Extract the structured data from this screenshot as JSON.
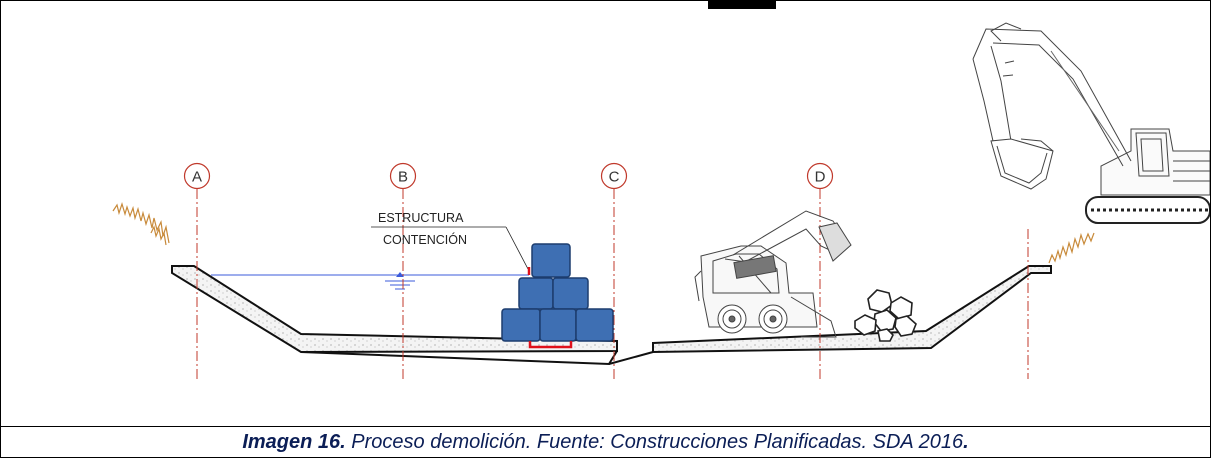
{
  "diagram": {
    "axes": [
      "A",
      "B",
      "C",
      "D"
    ],
    "structure_label_line1": "ESTRUCTURA",
    "structure_label_line2": "CONTENCIÓN",
    "colors": {
      "axis_line": "#c0392b",
      "water_line": "#3b5bdb",
      "block_fill": "#3e6fb3",
      "block_stroke": "#1d3d6e",
      "structure_red": "#e0111b",
      "grass": "#c88a3a"
    },
    "icons": [
      "grass-tuft-icon",
      "skid-steer-loader-icon",
      "rubble-pile-icon",
      "excavator-icon"
    ]
  },
  "caption": {
    "lead": "Imagen 16.",
    "text": " Proceso demolición. Fuente: Construcciones Planificadas. SDA 2016",
    "trail": "."
  }
}
